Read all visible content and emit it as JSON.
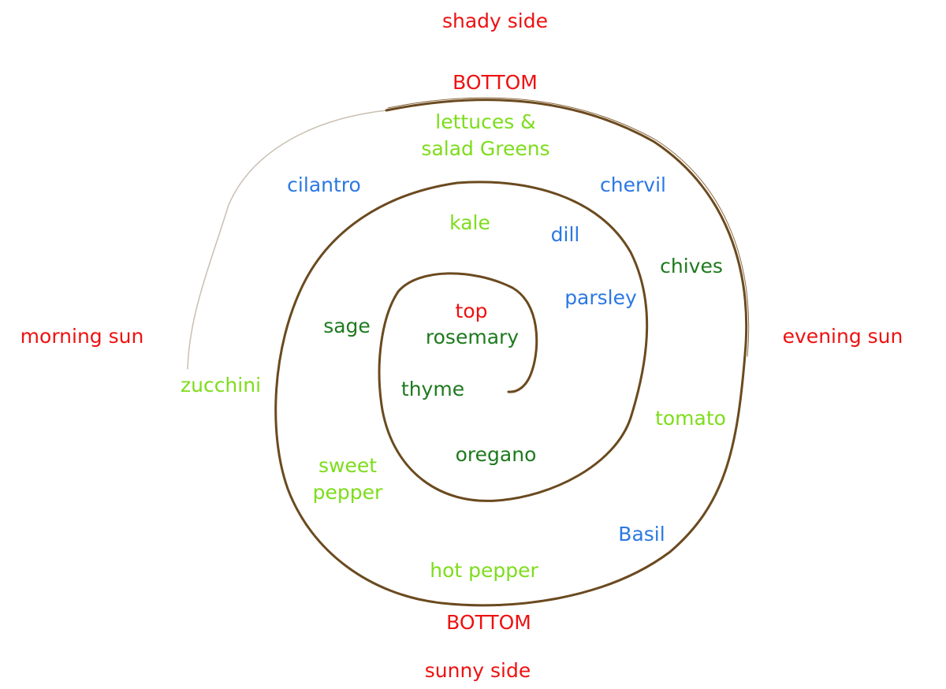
{
  "orientation": {
    "shady_side": "shady side",
    "sunny_side": "sunny side",
    "morning_sun": "morning sun",
    "evening_sun": "evening sun",
    "bottom_top_edge": "BOTTOM",
    "bottom_bottom_edge": "BOTTOM",
    "top_center": "top"
  },
  "plants": {
    "lettuces_line1": "lettuces &",
    "lettuces_line2": "salad Greens",
    "cilantro": "cilantro",
    "chervil": "chervil",
    "kale": "kale",
    "dill": "dill",
    "chives": "chives",
    "parsley": "parsley",
    "sage": "sage",
    "rosemary": "rosemary",
    "zucchini": "zucchini",
    "thyme": "thyme",
    "tomato": "tomato",
    "sweet_pepper_line1": "sweet",
    "sweet_pepper_line2": "pepper",
    "oregano": "oregano",
    "basil": "Basil",
    "hot_pepper": "hot pepper"
  },
  "colors": {
    "spiral": "#6b4a1f",
    "label_red": "#ee1111",
    "sun_loving": "#7ddd1b",
    "dry_herb": "#1e7a1e",
    "moist_herb": "#2b78e4"
  }
}
